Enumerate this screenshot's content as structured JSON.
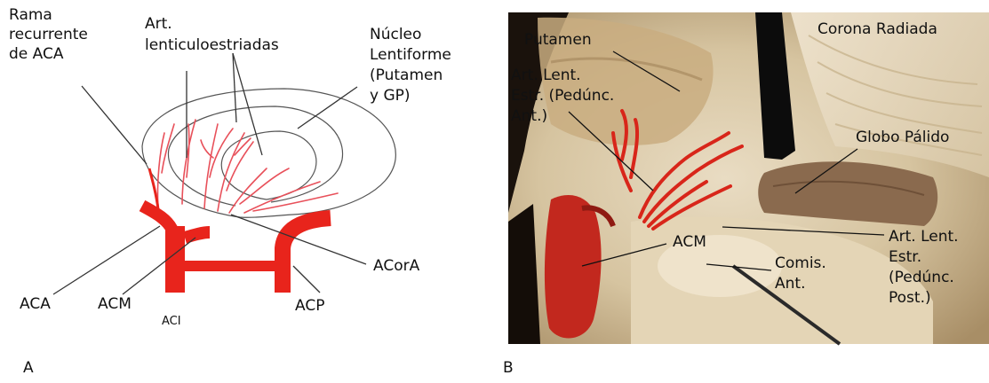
{
  "panel_a": {
    "letter": "A",
    "labels": {
      "rama_line1": "Rama",
      "rama_line2": "recurrente",
      "rama_line3": "de ACA",
      "art_line1": "Art.",
      "art_line2": "lenticuloestriadas",
      "nucleo_line1": "Núcleo",
      "nucleo_line2": "Lentiforme",
      "nucleo_line3": "(Putamen",
      "nucleo_line4": "y GP)",
      "aca": "ACA",
      "acm": "ACM",
      "aci": "ACI",
      "acora": "ACorA",
      "acp": "ACP"
    }
  },
  "panel_b": {
    "letter": "B",
    "labels": {
      "putamen": "Putamen",
      "corona": "Corona Radiada",
      "artant_line1": "Art. Lent.",
      "artant_line2": "Estr. (Pedúnc.",
      "artant_line3": "Ant.)",
      "globo": "Globo Pálido",
      "acm": "ACM",
      "comis_line1": "Comis.",
      "comis_line2": "Ant.",
      "artpost_line1": "Art. Lent.",
      "artpost_line2": "Estr.",
      "artpost_line3": "(Pedúnc.",
      "artpost_line4": "Post.)"
    }
  },
  "colors": {
    "artery": "#e8241c",
    "vessel_thin": "#e8505a",
    "outline": "#555555",
    "text": "#111111"
  }
}
